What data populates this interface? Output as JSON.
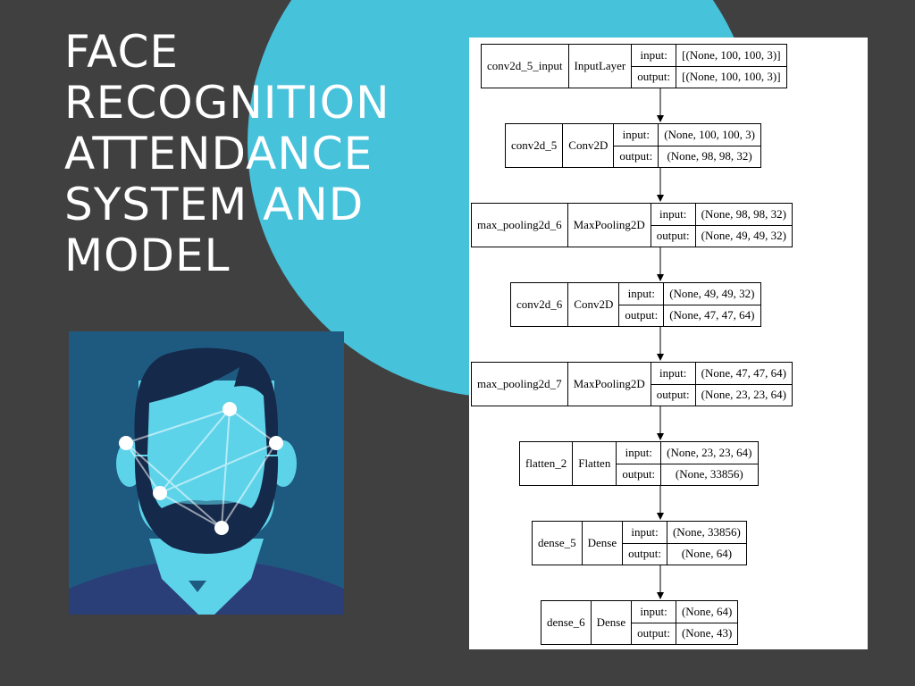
{
  "title": {
    "lines": [
      "FACE",
      "RECOGNITION",
      "ATTENDANCE",
      "SYSTEM AND",
      "MODEL"
    ]
  },
  "colors": {
    "background": "#404040",
    "circle": "#47C2DB",
    "face_bg": "#1E5A80",
    "face_skin": "#5DD3EA",
    "hair": "#15294A"
  },
  "illustration": "face-recognition-icon",
  "model": {
    "layers": [
      {
        "name": "conv2d_5_input",
        "type": "InputLayer",
        "input_label": "input:",
        "output_label": "output:",
        "input": "[(None, 100, 100, 3)]",
        "output": "[(None, 100, 100, 3)]"
      },
      {
        "name": "conv2d_5",
        "type": "Conv2D",
        "input_label": "input:",
        "output_label": "output:",
        "input": "(None, 100, 100, 3)",
        "output": "(None, 98, 98, 32)"
      },
      {
        "name": "max_pooling2d_6",
        "type": "MaxPooling2D",
        "input_label": "input:",
        "output_label": "output:",
        "input": "(None, 98, 98, 32)",
        "output": "(None, 49, 49, 32)"
      },
      {
        "name": "conv2d_6",
        "type": "Conv2D",
        "input_label": "input:",
        "output_label": "output:",
        "input": "(None, 49, 49, 32)",
        "output": "(None, 47, 47, 64)"
      },
      {
        "name": "max_pooling2d_7",
        "type": "MaxPooling2D",
        "input_label": "input:",
        "output_label": "output:",
        "input": "(None, 47, 47, 64)",
        "output": "(None, 23, 23, 64)"
      },
      {
        "name": "flatten_2",
        "type": "Flatten",
        "input_label": "input:",
        "output_label": "output:",
        "input": "(None, 23, 23, 64)",
        "output": "(None, 33856)"
      },
      {
        "name": "dense_5",
        "type": "Dense",
        "input_label": "input:",
        "output_label": "output:",
        "input": "(None, 33856)",
        "output": "(None, 64)"
      },
      {
        "name": "dense_6",
        "type": "Dense",
        "input_label": "input:",
        "output_label": "output:",
        "input": "(None, 64)",
        "output": "(None, 43)"
      }
    ]
  }
}
